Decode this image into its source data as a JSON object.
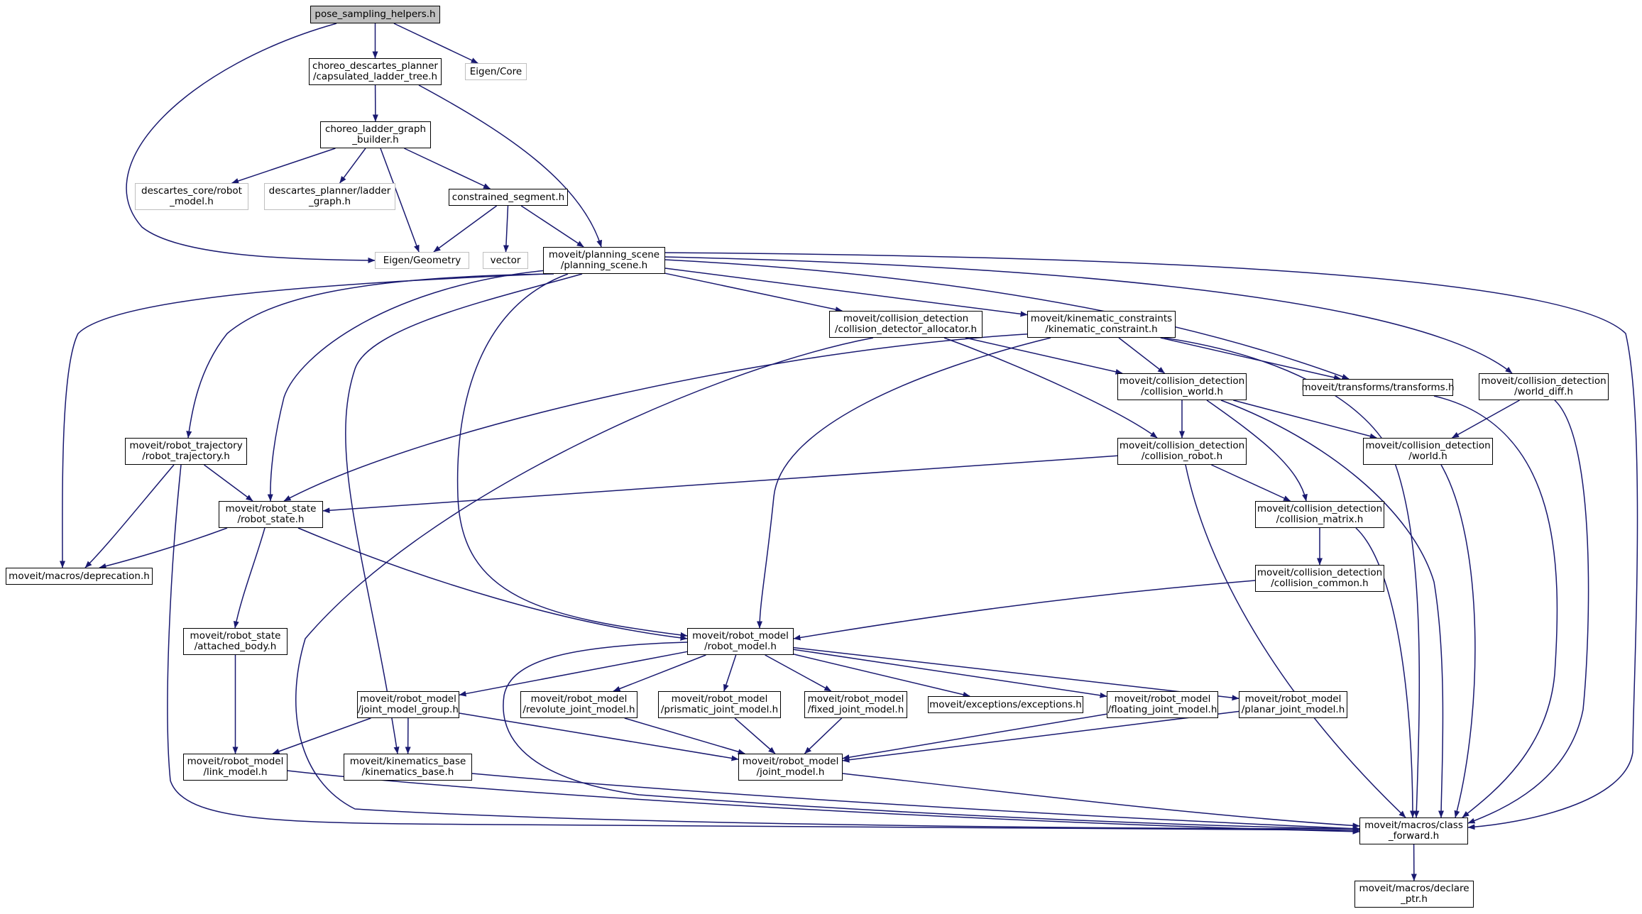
{
  "graph": {
    "edge_color": "#191970",
    "root_fill": "#bfbfbf",
    "external_border": "#bfbfbf",
    "nodes": {
      "pose_sampling": {
        "lines": [
          "pose_sampling_helpers.h"
        ],
        "kind": "root"
      },
      "capsulated": {
        "lines": [
          "choreo_descartes_planner",
          "/capsulated_ladder_tree.h"
        ],
        "kind": "file"
      },
      "eigen_core": {
        "lines": [
          "Eigen/Core"
        ],
        "kind": "external"
      },
      "ladder_builder": {
        "lines": [
          "choreo_ladder_graph",
          "_builder.h"
        ],
        "kind": "file"
      },
      "desc_core": {
        "lines": [
          "descartes_core/robot",
          "_model.h"
        ],
        "kind": "external"
      },
      "desc_planner": {
        "lines": [
          "descartes_planner/ladder",
          "_graph.h"
        ],
        "kind": "external"
      },
      "constrained": {
        "lines": [
          "constrained_segment.h"
        ],
        "kind": "file"
      },
      "eigen_geometry": {
        "lines": [
          "Eigen/Geometry"
        ],
        "kind": "external"
      },
      "vector": {
        "lines": [
          "vector"
        ],
        "kind": "external"
      },
      "planning_scene": {
        "lines": [
          "moveit/planning_scene",
          "/planning_scene.h"
        ],
        "kind": "file"
      },
      "cd_allocator": {
        "lines": [
          "moveit/collision_detection",
          "/collision_detector_allocator.h"
        ],
        "kind": "file"
      },
      "kinematic_constraint": {
        "lines": [
          "moveit/kinematic_constraints",
          "/kinematic_constraint.h"
        ],
        "kind": "file"
      },
      "collision_world": {
        "lines": [
          "moveit/collision_detection",
          "/collision_world.h"
        ],
        "kind": "file"
      },
      "transforms": {
        "lines": [
          "moveit/transforms/transforms.h"
        ],
        "kind": "file"
      },
      "world_diff": {
        "lines": [
          "moveit/collision_detection",
          "/world_diff.h"
        ],
        "kind": "file"
      },
      "robot_trajectory": {
        "lines": [
          "moveit/robot_trajectory",
          "/robot_trajectory.h"
        ],
        "kind": "file"
      },
      "collision_robot": {
        "lines": [
          "moveit/collision_detection",
          "/collision_robot.h"
        ],
        "kind": "file"
      },
      "world": {
        "lines": [
          "moveit/collision_detection",
          "/world.h"
        ],
        "kind": "file"
      },
      "robot_state": {
        "lines": [
          "moveit/robot_state",
          "/robot_state.h"
        ],
        "kind": "file"
      },
      "collision_matrix": {
        "lines": [
          "moveit/collision_detection",
          "/collision_matrix.h"
        ],
        "kind": "file"
      },
      "deprecation": {
        "lines": [
          "moveit/macros/deprecation.h"
        ],
        "kind": "file"
      },
      "collision_common": {
        "lines": [
          "moveit/collision_detection",
          "/collision_common.h"
        ],
        "kind": "file"
      },
      "attached_body": {
        "lines": [
          "moveit/robot_state",
          "/attached_body.h"
        ],
        "kind": "file"
      },
      "robot_model": {
        "lines": [
          "moveit/robot_model",
          "/robot_model.h"
        ],
        "kind": "file"
      },
      "joint_model_group": {
        "lines": [
          "moveit/robot_model",
          "/joint_model_group.h"
        ],
        "kind": "file"
      },
      "revolute": {
        "lines": [
          "moveit/robot_model",
          "/revolute_joint_model.h"
        ],
        "kind": "file"
      },
      "prismatic": {
        "lines": [
          "moveit/robot_model",
          "/prismatic_joint_model.h"
        ],
        "kind": "file"
      },
      "fixed": {
        "lines": [
          "moveit/robot_model",
          "/fixed_joint_model.h"
        ],
        "kind": "file"
      },
      "exceptions": {
        "lines": [
          "moveit/exceptions/exceptions.h"
        ],
        "kind": "file"
      },
      "floating": {
        "lines": [
          "moveit/robot_model",
          "/floating_joint_model.h"
        ],
        "kind": "file"
      },
      "planar": {
        "lines": [
          "moveit/robot_model",
          "/planar_joint_model.h"
        ],
        "kind": "file"
      },
      "link_model": {
        "lines": [
          "moveit/robot_model",
          "/link_model.h"
        ],
        "kind": "file"
      },
      "kinematics_base": {
        "lines": [
          "moveit/kinematics_base",
          "/kinematics_base.h"
        ],
        "kind": "file"
      },
      "joint_model": {
        "lines": [
          "moveit/robot_model",
          "/joint_model.h"
        ],
        "kind": "file"
      },
      "class_forward": {
        "lines": [
          "moveit/macros/class",
          "_forward.h"
        ],
        "kind": "file"
      },
      "declare_ptr": {
        "lines": [
          "moveit/macros/declare",
          "_ptr.h"
        ],
        "kind": "file"
      }
    },
    "edges": [
      [
        "pose_sampling",
        "capsulated"
      ],
      [
        "pose_sampling",
        "eigen_core"
      ],
      [
        "pose_sampling",
        "eigen_geometry"
      ],
      [
        "capsulated",
        "ladder_builder"
      ],
      [
        "capsulated",
        "planning_scene"
      ],
      [
        "ladder_builder",
        "desc_core"
      ],
      [
        "ladder_builder",
        "desc_planner"
      ],
      [
        "ladder_builder",
        "eigen_geometry"
      ],
      [
        "ladder_builder",
        "constrained"
      ],
      [
        "constrained",
        "eigen_geometry"
      ],
      [
        "constrained",
        "vector"
      ],
      [
        "constrained",
        "planning_scene"
      ],
      [
        "planning_scene",
        "cd_allocator"
      ],
      [
        "planning_scene",
        "kinematic_constraint"
      ],
      [
        "planning_scene",
        "transforms"
      ],
      [
        "planning_scene",
        "world_diff"
      ],
      [
        "planning_scene",
        "class_forward"
      ],
      [
        "planning_scene",
        "robot_trajectory"
      ],
      [
        "planning_scene",
        "robot_state"
      ],
      [
        "planning_scene",
        "deprecation"
      ],
      [
        "planning_scene",
        "kinematics_base"
      ],
      [
        "planning_scene",
        "robot_model"
      ],
      [
        "cd_allocator",
        "collision_world"
      ],
      [
        "cd_allocator",
        "collision_robot"
      ],
      [
        "cd_allocator",
        "class_forward"
      ],
      [
        "kinematic_constraint",
        "collision_world"
      ],
      [
        "kinematic_constraint",
        "transforms"
      ],
      [
        "kinematic_constraint",
        "robot_state"
      ],
      [
        "kinematic_constraint",
        "robot_model"
      ],
      [
        "kinematic_constraint",
        "class_forward"
      ],
      [
        "collision_world",
        "collision_robot"
      ],
      [
        "collision_world",
        "world"
      ],
      [
        "collision_world",
        "collision_matrix"
      ],
      [
        "collision_world",
        "class_forward"
      ],
      [
        "transforms",
        "class_forward"
      ],
      [
        "world_diff",
        "world"
      ],
      [
        "world_diff",
        "class_forward"
      ],
      [
        "robot_trajectory",
        "robot_state"
      ],
      [
        "robot_trajectory",
        "deprecation"
      ],
      [
        "robot_trajectory",
        "class_forward"
      ],
      [
        "collision_robot",
        "robot_state"
      ],
      [
        "collision_robot",
        "collision_matrix"
      ],
      [
        "collision_robot",
        "class_forward"
      ],
      [
        "world",
        "class_forward"
      ],
      [
        "robot_state",
        "deprecation"
      ],
      [
        "robot_state",
        "attached_body"
      ],
      [
        "robot_state",
        "robot_model"
      ],
      [
        "collision_matrix",
        "collision_common"
      ],
      [
        "collision_matrix",
        "class_forward"
      ],
      [
        "collision_common",
        "robot_model"
      ],
      [
        "attached_body",
        "link_model"
      ],
      [
        "robot_model",
        "joint_model_group"
      ],
      [
        "robot_model",
        "revolute"
      ],
      [
        "robot_model",
        "prismatic"
      ],
      [
        "robot_model",
        "fixed"
      ],
      [
        "robot_model",
        "exceptions"
      ],
      [
        "robot_model",
        "floating"
      ],
      [
        "robot_model",
        "planar"
      ],
      [
        "robot_model",
        "class_forward"
      ],
      [
        "joint_model_group",
        "link_model"
      ],
      [
        "joint_model_group",
        "kinematics_base"
      ],
      [
        "joint_model_group",
        "joint_model"
      ],
      [
        "revolute",
        "joint_model"
      ],
      [
        "prismatic",
        "joint_model"
      ],
      [
        "fixed",
        "joint_model"
      ],
      [
        "floating",
        "joint_model"
      ],
      [
        "planar",
        "joint_model"
      ],
      [
        "link_model",
        "class_forward"
      ],
      [
        "kinematics_base",
        "class_forward"
      ],
      [
        "joint_model",
        "class_forward"
      ],
      [
        "class_forward",
        "declare_ptr"
      ]
    ]
  }
}
